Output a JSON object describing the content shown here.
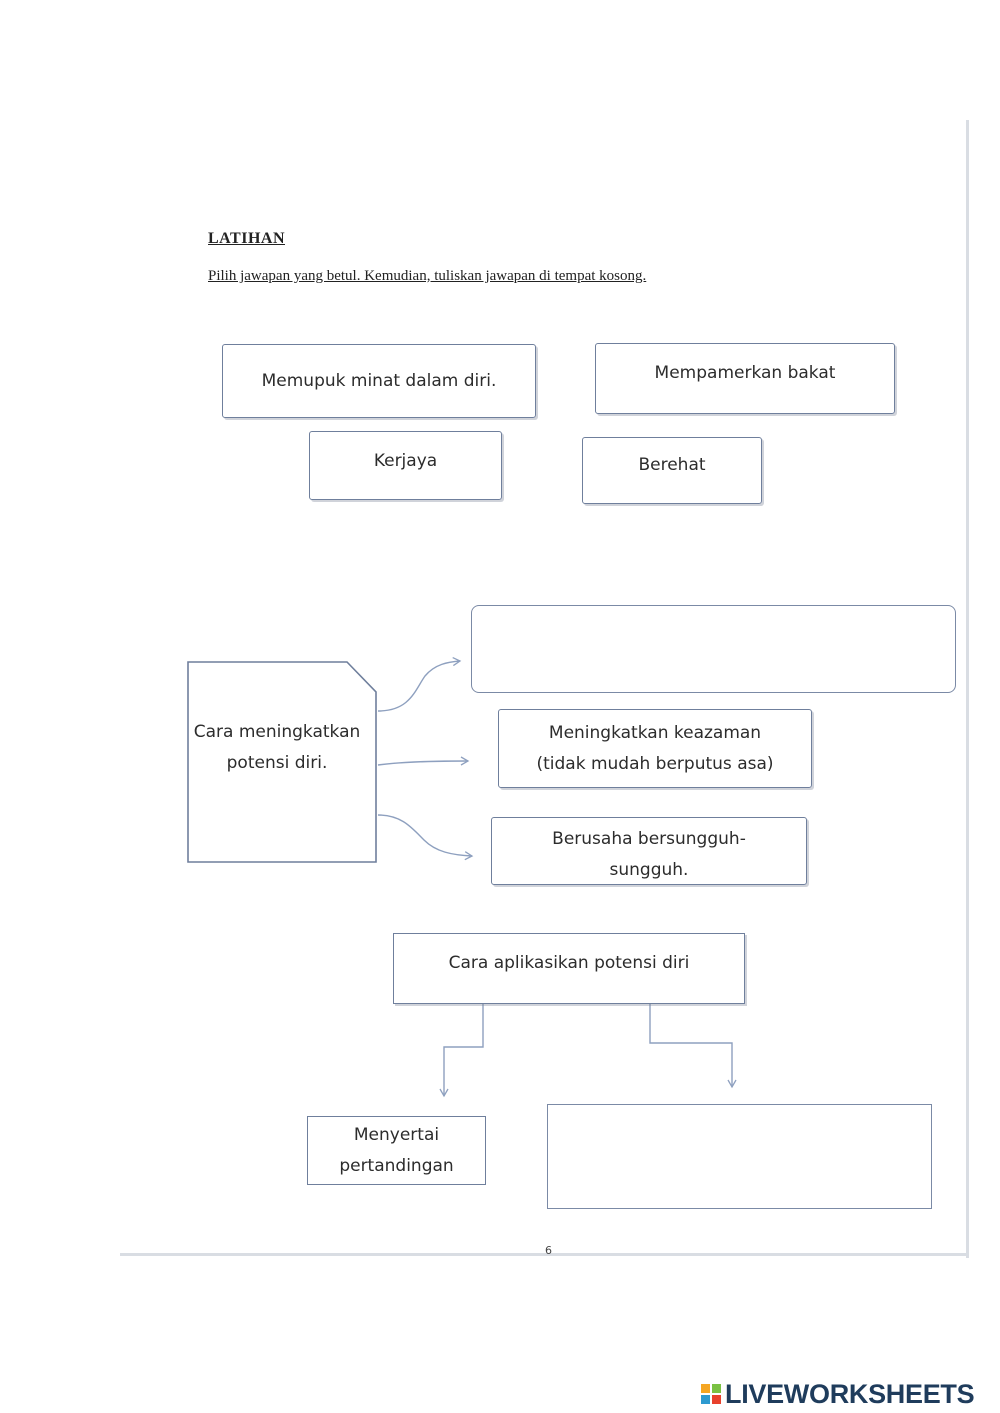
{
  "worksheet": {
    "heading": "LATIHAN",
    "instruction": "Pilih jawapan yang betul. Kemudian, tuliskan jawapan di tempat kosong."
  },
  "word_bank": [
    {
      "label": "Memupuk minat dalam diri."
    },
    {
      "label": "Mempamerkan bakat"
    },
    {
      "label": "Kerjaya"
    },
    {
      "label": "Berehat"
    }
  ],
  "diagram1": {
    "central": "Cara meningkatkan potensi diri.",
    "answer_blank": "",
    "branch2": "Meningkatkan keazaman (tidak mudah berputus asa)",
    "branch3": "Berusaha bersungguh-sungguh."
  },
  "diagram2": {
    "central": "Cara aplikasikan potensi diri",
    "left": "Menyertai pertandingan",
    "answer_blank": ""
  },
  "page_number": "6",
  "branding": {
    "name": "LIVEWORKSHEETS",
    "color": "#1f3c5c"
  }
}
